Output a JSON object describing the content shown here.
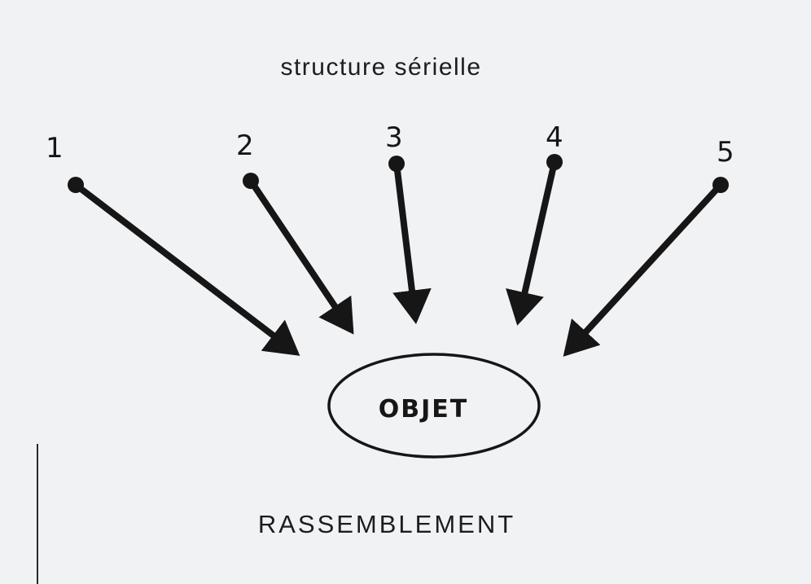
{
  "diagram": {
    "title": "structure sérielle",
    "caption": "RASSEMBLEMENT",
    "center_label": "OBJET",
    "sources": [
      {
        "label": "1"
      },
      {
        "label": "2"
      },
      {
        "label": "3"
      },
      {
        "label": "4"
      },
      {
        "label": "5"
      }
    ],
    "colors": {
      "ink": "#161616",
      "paper": "#f1f2f4"
    }
  }
}
